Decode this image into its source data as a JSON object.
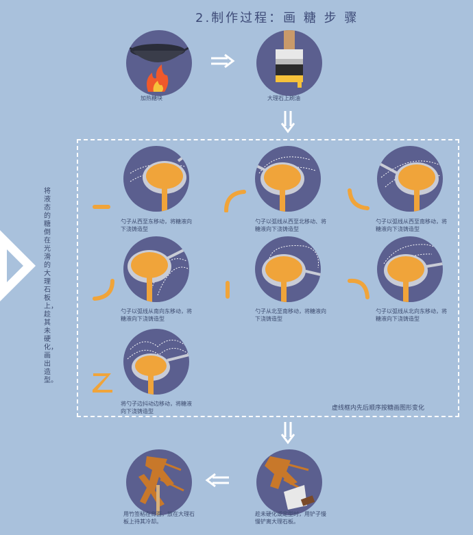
{
  "title": "2.制作过程：画 糖 步 骤",
  "side_text": "将液态的糖倒在光滑的大理石板上，趁其未硬化，画出造型。",
  "frame_note": "虚线框内先后顺序按糖画图形变化",
  "top_steps": [
    {
      "caption": "加热糖块"
    },
    {
      "caption": "大理石上刷油"
    }
  ],
  "ladle_steps": [
    {
      "caption": "勺子从西至东移动，将糖液向下浇铸造型"
    },
    {
      "caption": "勺子以弧线从西至北移动、将糖液向下浇铸造型"
    },
    {
      "caption": "勺子以弧线从西至南移动，将糖液向下浇铸造型"
    },
    {
      "caption": "勺子以弧线从南向东移动，将糖液向下浇铸造型"
    },
    {
      "caption": "勺子从北至南移动，将糖液向下浇铸造型"
    },
    {
      "caption": "勺子以弧线从北向东移动，将糖液向下浇铸造型"
    },
    {
      "caption": "将勺子边抖动边移动，将糖液向下浇铸造型"
    }
  ],
  "bottom_steps": [
    {
      "caption": "用竹签粘在背面，放在大理石板上待其冷却。"
    },
    {
      "caption": "趁未硬化或定型时，用铲子慢慢铲离大理石板。"
    }
  ],
  "colors": {
    "background": "#a9c1dc",
    "circle": "#5b5f8f",
    "sugar": "#f0a43a",
    "sugar_dark": "#c8782a",
    "text": "#3c4a6e"
  }
}
